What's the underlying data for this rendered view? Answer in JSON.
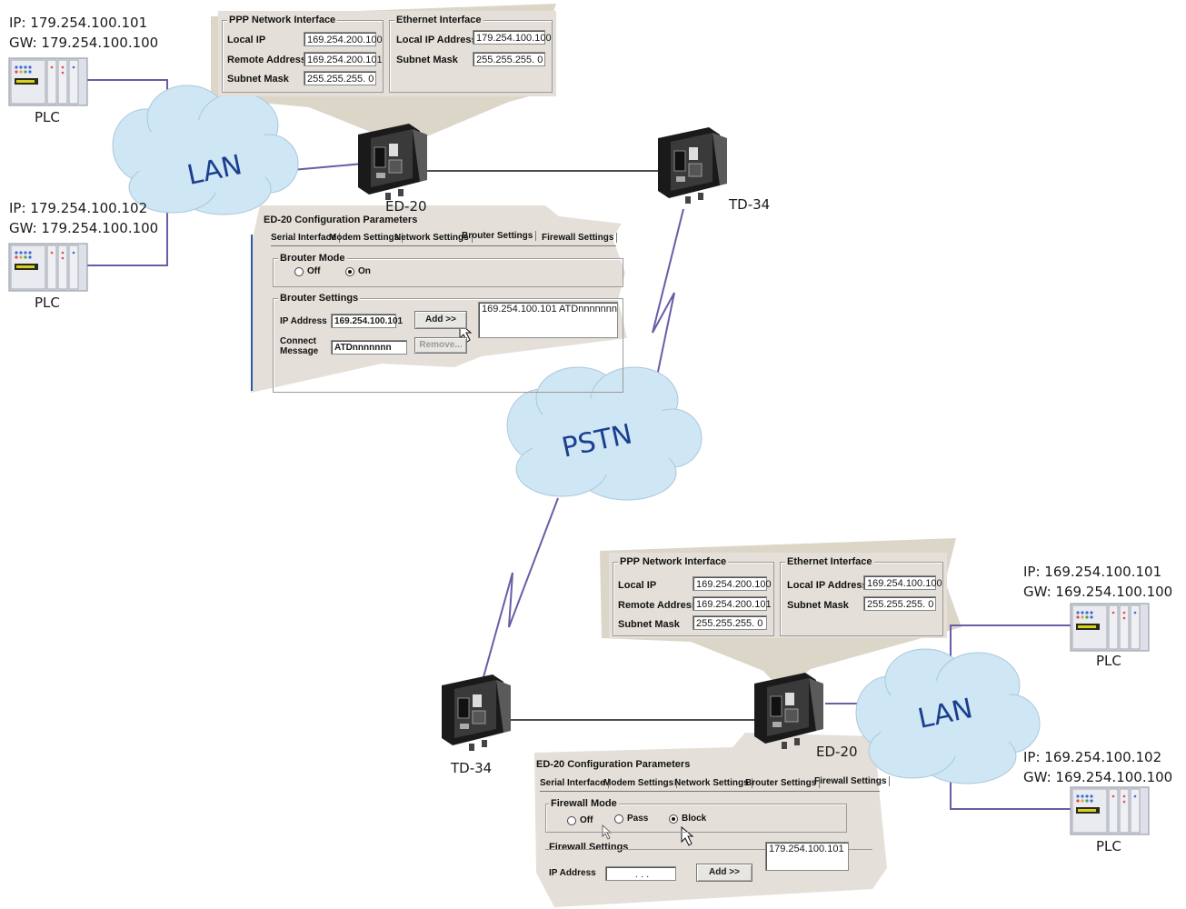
{
  "top": {
    "plc1": {
      "ip": "IP: 179.254.100.101",
      "gw": "GW: 179.254.100.100",
      "label": "PLC"
    },
    "plc2": {
      "ip": "IP: 179.254.100.102",
      "gw": "GW: 179.254.100.100",
      "label": "PLC"
    },
    "lan": "LAN",
    "ed20": "ED-20",
    "td34": "TD-34",
    "ppp_panel": {
      "ppp_title": "PPP Network Interface",
      "local_ip_label": "Local IP",
      "local_ip": "169.254.200.100",
      "remote_label": "Remote Address",
      "remote": "169.254.200.101",
      "subnet_label": "Subnet Mask",
      "subnet": "255.255.255.  0",
      "eth_title": "Ethernet Interface",
      "eth_ip_label": "Local IP Address",
      "eth_ip": "179.254.100.100",
      "eth_subnet_label": "Subnet Mask",
      "eth_subnet": "255.255.255.  0"
    },
    "config": {
      "title": "ED-20 Configuration Parameters",
      "tabs": [
        "Serial Interface",
        "Modem Settings",
        "Network Settings",
        "Brouter Settings",
        "Firewall Settings"
      ],
      "mode_title": "Brouter Mode",
      "off": "Off",
      "on": "On",
      "settings_title": "Brouter Settings",
      "ip_label": "IP Address",
      "ip_value": "169.254.100.101",
      "connect_label_1": "Connect",
      "connect_label_2": "Message",
      "connect_value": "ATDnnnnnnn",
      "add": "Add >>",
      "remove": "Remove...",
      "list_entry": "169.254.100.101 ATDnnnnnnn"
    }
  },
  "pstn": "PSTN",
  "bottom": {
    "plc1": {
      "ip": "IP: 169.254.100.101",
      "gw": "GW: 169.254.100.100",
      "label": "PLC"
    },
    "plc2": {
      "ip": "IP: 169.254.100.102",
      "gw": "GW: 169.254.100.100",
      "label": "PLC"
    },
    "lan": "LAN",
    "ed20": "ED-20",
    "td34": "TD-34",
    "ppp_panel": {
      "ppp_title": "PPP Network Interface",
      "local_ip_label": "Local IP",
      "local_ip": "169.254.200.100",
      "remote_label": "Remote Address",
      "remote": "169.254.200.101",
      "subnet_label": "Subnet Mask",
      "subnet": "255.255.255.  0",
      "eth_title": "Ethernet Interface",
      "eth_ip_label": "Local IP Address",
      "eth_ip": "169.254.100.100",
      "eth_subnet_label": "Subnet Mask",
      "eth_subnet": "255.255.255.  0"
    },
    "config": {
      "title": "ED-20 Configuration Parameters",
      "tabs": [
        "Serial Interface",
        "Modem Settings",
        "Network Settings",
        "Brouter Settings",
        "Firewall Settings"
      ],
      "mode_title": "Firewall Mode",
      "off": "Off",
      "pass": "Pass",
      "block": "Block",
      "settings_title": "Firewall Settings",
      "ip_label": "IP Address",
      "ip_value": ".    .    .",
      "add": "Add >>",
      "list_entry": "179.254.100.101"
    }
  },
  "colors": {
    "link": "#6a5ca8",
    "cloud": "#cfe6f4",
    "panel": "#e4e0d9",
    "callout": "#dcd6c8"
  }
}
